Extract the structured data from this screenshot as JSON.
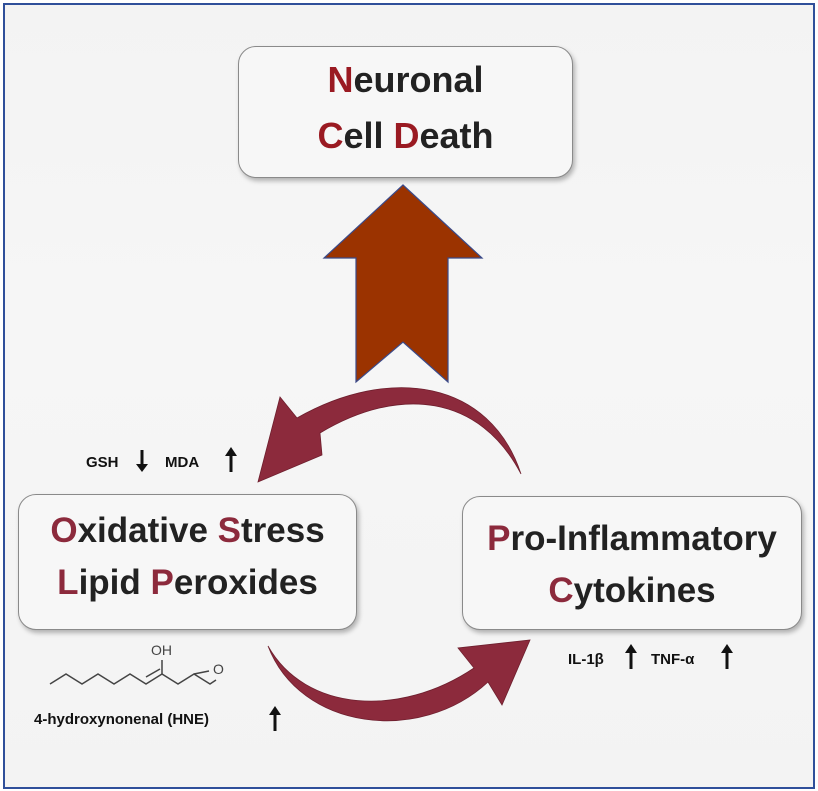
{
  "top_box": {
    "line1": [
      {
        "text": "N",
        "accent": true
      },
      {
        "text": "euronal",
        "accent": false
      }
    ],
    "line2": [
      {
        "text": "C",
        "accent": true
      },
      {
        "text": "ell ",
        "accent": false
      },
      {
        "text": "D",
        "accent": true
      },
      {
        "text": "eath",
        "accent": false
      }
    ]
  },
  "left_box": {
    "line1": [
      {
        "text": "O",
        "accent": true
      },
      {
        "text": "xidative ",
        "accent": false
      },
      {
        "text": "S",
        "accent": true
      },
      {
        "text": "tress",
        "accent": false
      }
    ],
    "line2": [
      {
        "text": "L",
        "accent": true
      },
      {
        "text": "ipid ",
        "accent": false
      },
      {
        "text": "P",
        "accent": true
      },
      {
        "text": "eroxides",
        "accent": false
      }
    ]
  },
  "right_box": {
    "line1": [
      {
        "text": "P",
        "accent": true
      },
      {
        "text": "ro-Inflammatory",
        "accent": false
      }
    ],
    "line2": [
      {
        "text": "C",
        "accent": true
      },
      {
        "text": "ytokines",
        "accent": false
      }
    ]
  },
  "markers_left": {
    "gsh": "GSH",
    "gsh_dir": "down",
    "mda": "MDA",
    "mda_dir": "up"
  },
  "markers_right": {
    "il1b": "IL-1β",
    "il1b_dir": "up",
    "tnfa": "TNF-α",
    "tnfa_dir": "up"
  },
  "molecule": {
    "oh_label": "OH",
    "o_label": "O",
    "name": "4-hydroxynonenal (HNE)",
    "name_dir": "up"
  },
  "colors": {
    "big_arrow": "#9b3300",
    "curved_arrow": "#8c2a3c",
    "accent": "#9a1a22",
    "frame": "#2f4f9a"
  }
}
